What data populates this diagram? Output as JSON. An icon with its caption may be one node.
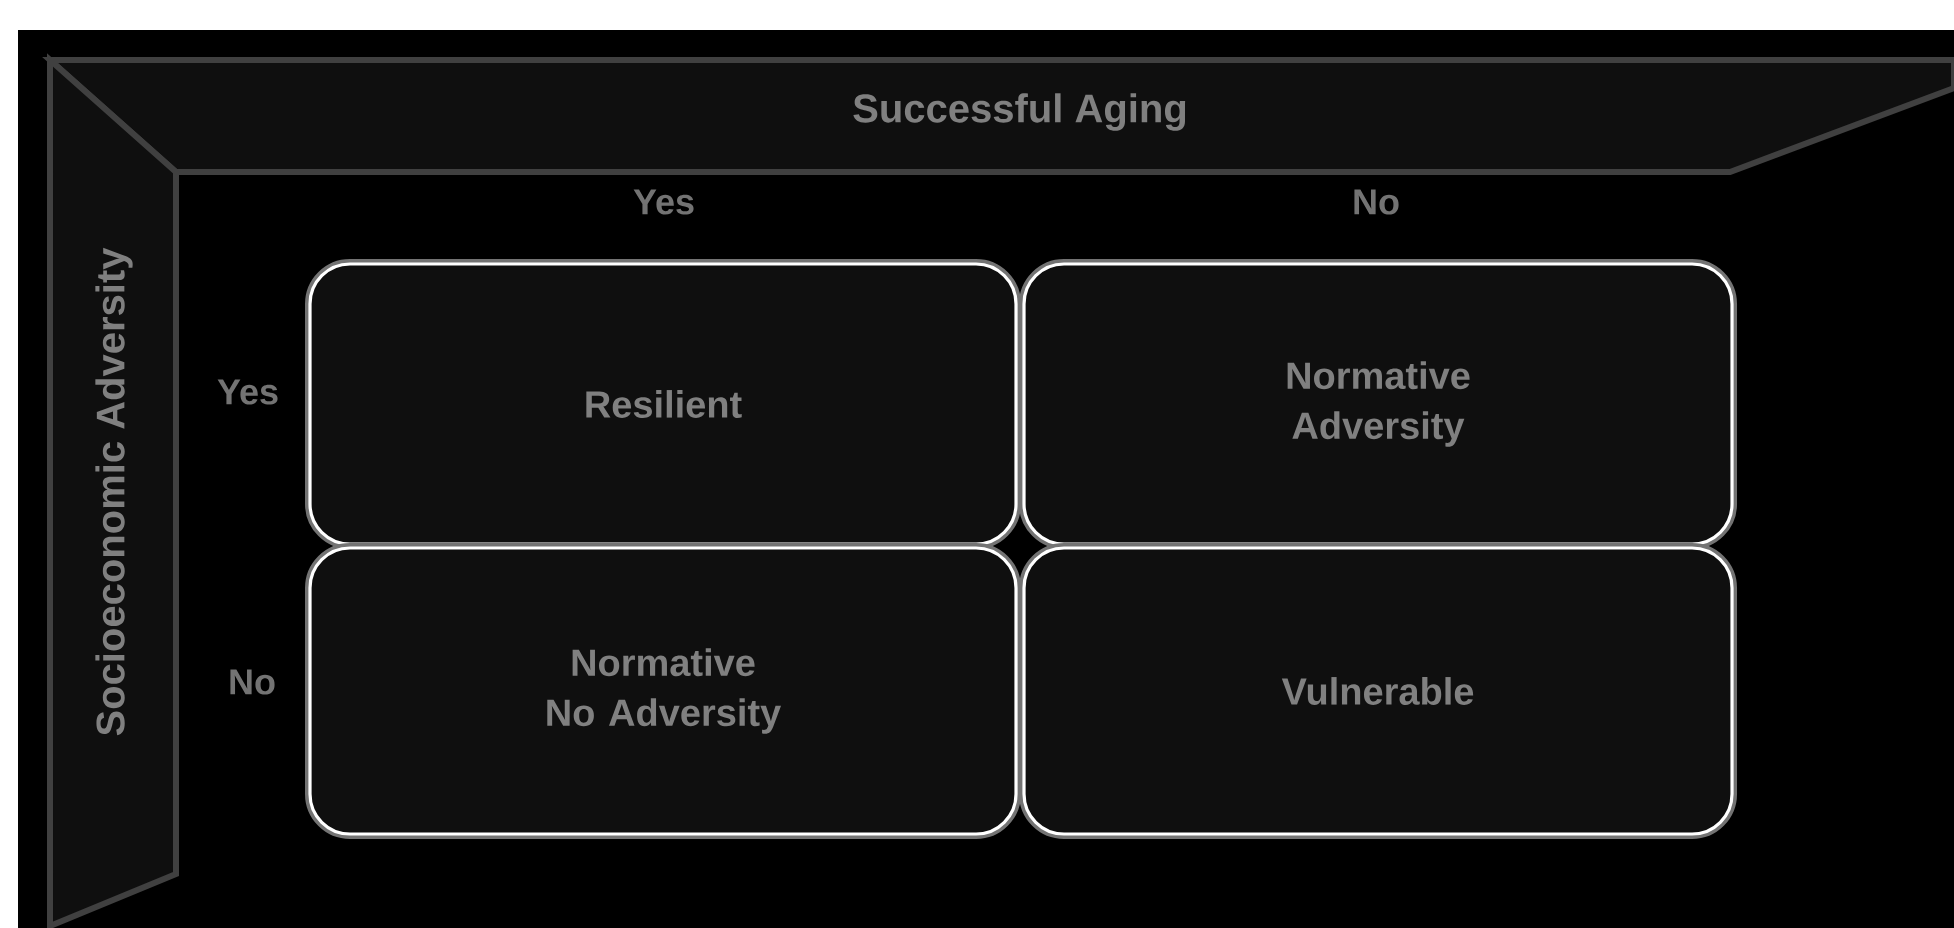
{
  "diagram": {
    "nodes": [
      {
        "text": [
          "Resilient"
        ]
      },
      {
        "text": [
          "Normative Adversity"
        ]
      },
      {
        "text": [
          "Normative No Adversity"
        ]
      },
      {
        "text": [
          "Vulnerable"
        ]
      }
    ],
    "labels": [
      "Successful Aging",
      "Yes",
      "No",
      "Socioeconomic Adversity",
      "Yes",
      "No"
    ]
  }
}
